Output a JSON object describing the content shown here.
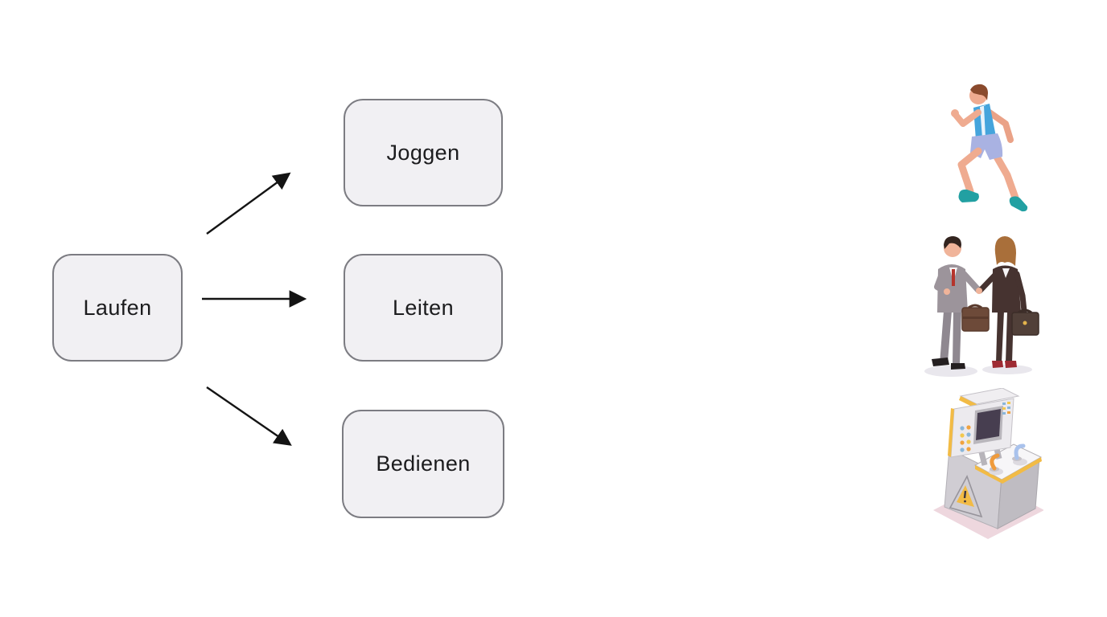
{
  "diagram": {
    "source": {
      "label": "Laufen"
    },
    "targets": [
      {
        "label": "Joggen"
      },
      {
        "label": "Leiten"
      },
      {
        "label": "Bedienen"
      }
    ]
  },
  "illustrations": {
    "runner": {
      "label": "runner-jogging-illustration"
    },
    "handshake": {
      "label": "business-people-handshake-illustration"
    },
    "machine": {
      "label": "industrial-machine-console-illustration"
    }
  },
  "colors": {
    "node_fill": "#f1f0f3",
    "node_border": "#7c7c82",
    "node_text": "#1c1c1e",
    "arrow": "#141414",
    "page_bg": "#ffffff"
  }
}
